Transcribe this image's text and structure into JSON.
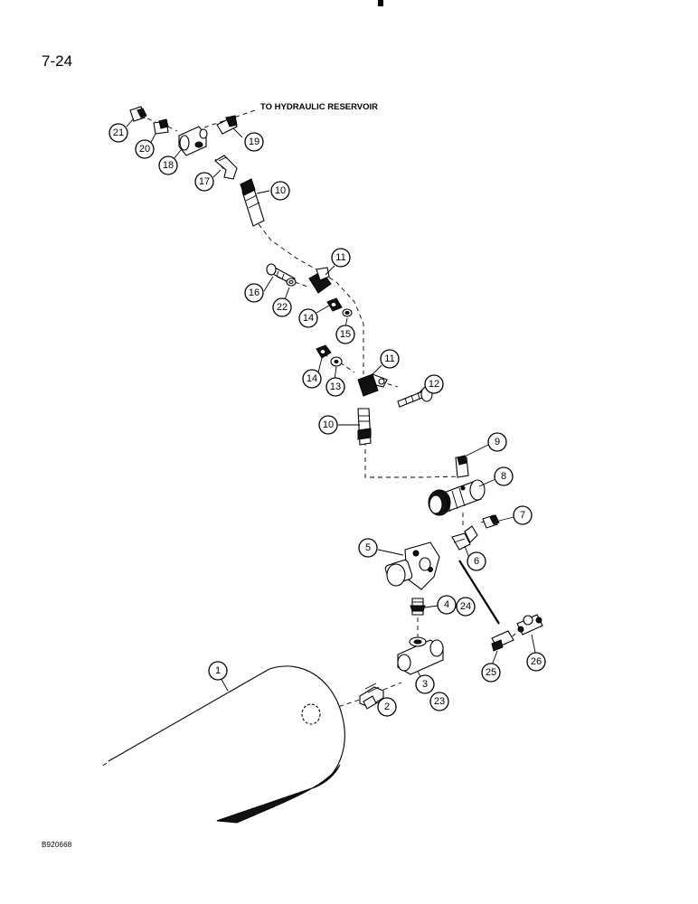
{
  "page": {
    "page_number": "7-24",
    "image_code": "B920668"
  },
  "diagram": {
    "destination_label": "TO HYDRAULIC RESERVOIR",
    "callouts": {
      "c1": "1",
      "c2": "2",
      "c3": "3",
      "c4": "4",
      "c5": "5",
      "c6": "6",
      "c7": "7",
      "c8": "8",
      "c9": "9",
      "c10a": "10",
      "c10b": "10",
      "c11a": "11",
      "c11b": "11",
      "c12": "12",
      "c13": "13",
      "c14a": "14",
      "c14b": "14",
      "c15": "15",
      "c16": "16",
      "c17": "17",
      "c18": "18",
      "c19": "19",
      "c20": "20",
      "c21": "21",
      "c22": "22",
      "c23": "23",
      "c24": "24",
      "c25": "25",
      "c26": "26"
    }
  }
}
